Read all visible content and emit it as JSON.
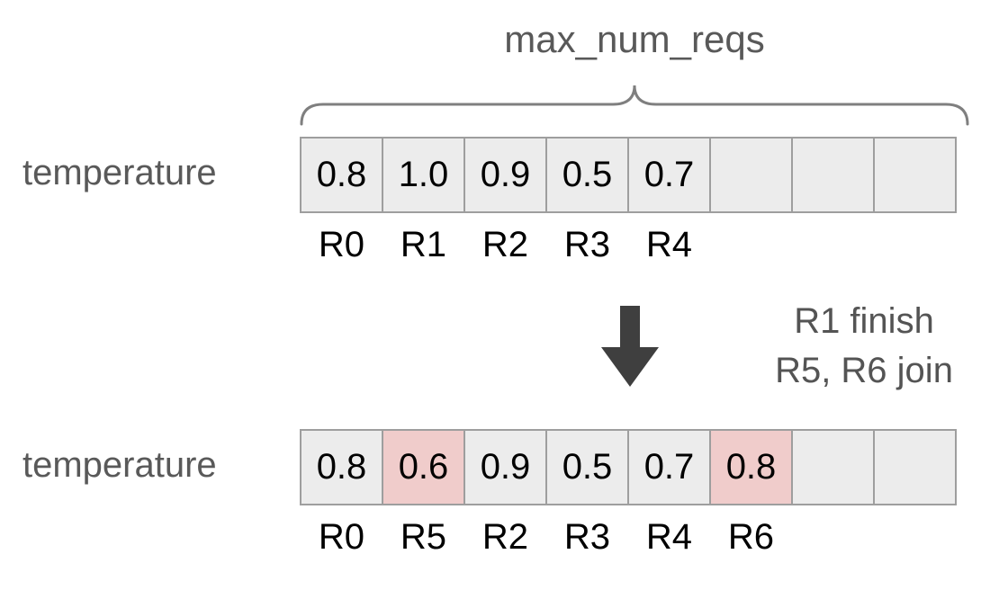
{
  "brace_label": "max_num_reqs",
  "rows": [
    {
      "label": "temperature",
      "cells": [
        {
          "value": "0.8",
          "highlight": false
        },
        {
          "value": "1.0",
          "highlight": false
        },
        {
          "value": "0.9",
          "highlight": false
        },
        {
          "value": "0.5",
          "highlight": false
        },
        {
          "value": "0.7",
          "highlight": false
        },
        {
          "value": "",
          "highlight": false
        },
        {
          "value": "",
          "highlight": false
        },
        {
          "value": "",
          "highlight": false
        }
      ],
      "req_labels": [
        "R0",
        "R1",
        "R2",
        "R3",
        "R4",
        "",
        "",
        ""
      ]
    },
    {
      "label": "temperature",
      "cells": [
        {
          "value": "0.8",
          "highlight": false
        },
        {
          "value": "0.6",
          "highlight": true
        },
        {
          "value": "0.9",
          "highlight": false
        },
        {
          "value": "0.5",
          "highlight": false
        },
        {
          "value": "0.7",
          "highlight": false
        },
        {
          "value": "0.8",
          "highlight": true
        },
        {
          "value": "",
          "highlight": false
        },
        {
          "value": "",
          "highlight": false
        }
      ],
      "req_labels": [
        "R0",
        "R5",
        "R2",
        "R3",
        "R4",
        "R6",
        "",
        ""
      ]
    }
  ],
  "transition": {
    "line1": "R1 finish",
    "line2": "R5, R6 join"
  },
  "colors": {
    "cell-bg": "#ececec",
    "cell-border": "#9e9e9e",
    "cell-highlight": "#f0cccb",
    "label-gray": "#595959",
    "arrow": "#3f3f3f",
    "brace": "#7f7f7f"
  }
}
